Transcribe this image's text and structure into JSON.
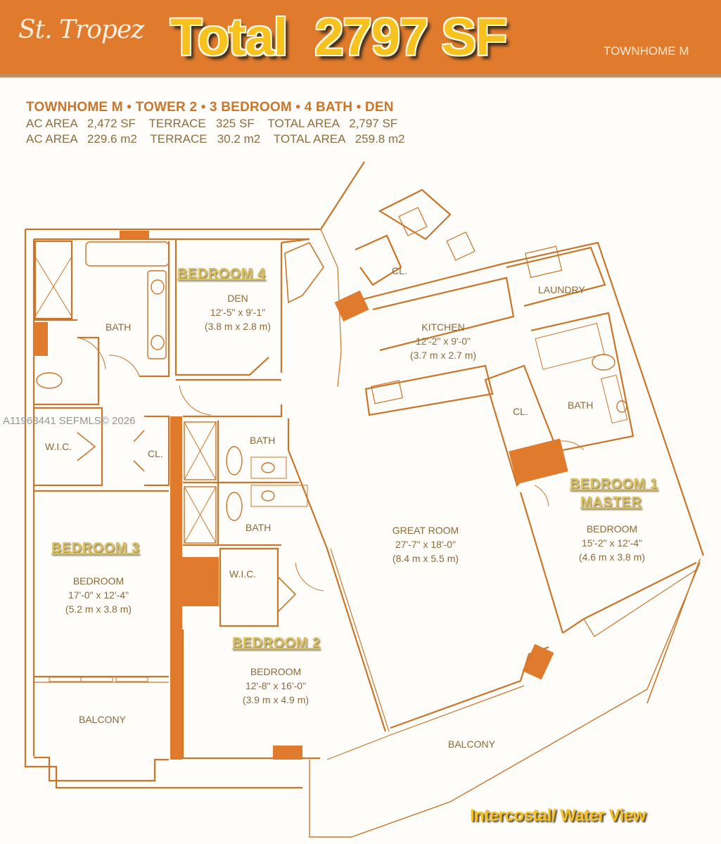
{
  "header": {
    "logo_text": "St. Tropez",
    "headline": "Total  2797 SF",
    "model_tag": "TOWNHOME M",
    "colors": {
      "banner": "#e07a2c",
      "headline": "#f7c21e",
      "wall": "#c9752a",
      "column": "#e07a2c"
    }
  },
  "specs": {
    "title": "TOWNHOME M • TOWER 2 • 3 BEDROOM • 4 BATH • DEN",
    "imperial": "AC AREA   2,472 SF    TERRACE   325 SF    TOTAL AREA   2,797 SF",
    "metric": "AC AREA   229.6 m2    TERRACE   30.2 m2    TOTAL AREA   259.8 m2",
    "ac_area_sf": "2,472 SF",
    "terrace_sf": "325 SF",
    "total_area_sf": "2,797 SF",
    "ac_area_m2": "229.6 m2",
    "terrace_m2": "30.2 m2",
    "total_area_m2": "259.8 m2"
  },
  "watermark": "A11963441  SEFMLS© 2026",
  "rooms": {
    "bedroom4": {
      "title": "BEDROOM 4",
      "name": "DEN",
      "dims": "12'-5\" x 9'-1\"",
      "metric": "(3.8 m x 2.8 m)"
    },
    "bath_nw": {
      "name": "BATH"
    },
    "kitchen": {
      "name": "KITCHEN",
      "dims": "12'-2\" x 9'-0\"",
      "metric": "(3.7 m x 2.7 m)"
    },
    "closet_kitchen": {
      "name": "CL."
    },
    "laundry": {
      "name": "LAUNDRY"
    },
    "wic_left": {
      "name": "W.I.C."
    },
    "closet_left": {
      "name": "CL."
    },
    "bath_center_top": {
      "name": "BATH"
    },
    "bath_center_bottom": {
      "name": "BATH"
    },
    "wic_center": {
      "name": "W.I.C."
    },
    "bedroom3": {
      "title": "BEDROOM 3",
      "name": "BEDROOM",
      "dims": "17'-0\" x 12'-4\"",
      "metric": "(5.2 m x 3.8 m)"
    },
    "bedroom2": {
      "title": "BEDROOM 2",
      "name": "BEDROOM",
      "dims": "12'-8\" x 16'-0\"",
      "metric": "(3.9 m x 4.9 m)"
    },
    "great_room": {
      "name": "GREAT ROOM",
      "dims": "27'-7\" x 18'-0\"",
      "metric": "(8.4 m x 5.5 m)"
    },
    "master_closet": {
      "name": "CL."
    },
    "master_bath": {
      "name": "BATH"
    },
    "bedroom1": {
      "title": "BEDROOM 1",
      "subtitle": "MASTER",
      "name": "BEDROOM",
      "dims": "15'-2\" x 12'-4\"",
      "metric": "(4.6 m x 3.8 m)"
    },
    "balcony_left": {
      "name": "BALCONY"
    },
    "balcony_main": {
      "name": "BALCONY"
    }
  },
  "view_label": "Intercostal/ Water View"
}
